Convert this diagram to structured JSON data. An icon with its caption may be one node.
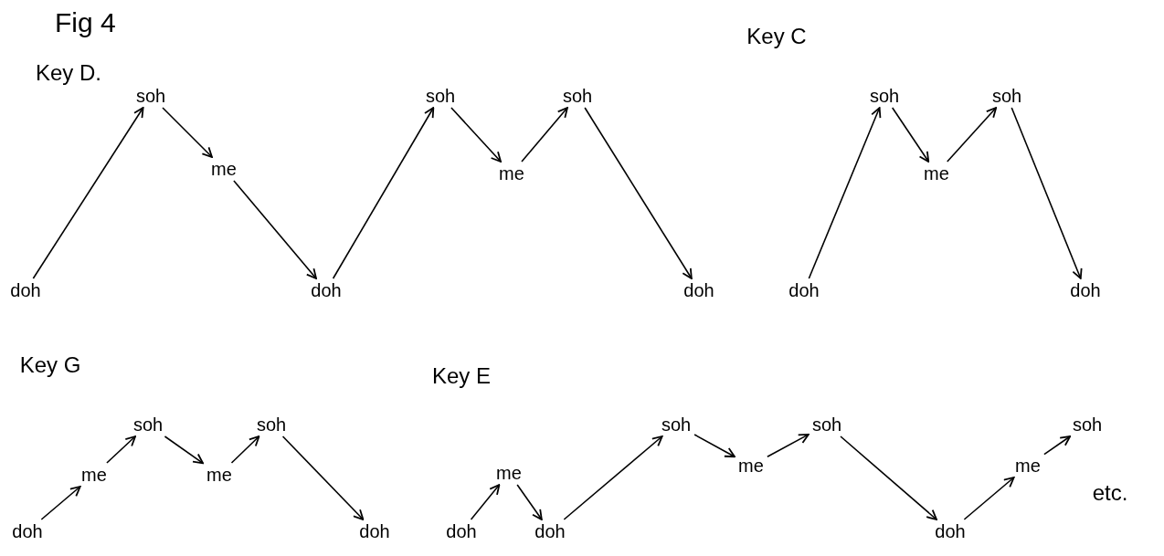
{
  "diagram": {
    "title": "Fig 4",
    "nodes": [
      {
        "text": [
          "doh"
        ]
      },
      {
        "text": [
          "soh"
        ]
      },
      {
        "text": [
          "me"
        ]
      },
      {
        "text": [
          "doh"
        ]
      },
      {
        "text": [
          "soh"
        ]
      },
      {
        "text": [
          "me"
        ]
      },
      {
        "text": [
          "soh"
        ]
      },
      {
        "text": [
          "doh"
        ]
      },
      {
        "text": [
          "doh"
        ]
      },
      {
        "text": [
          "soh"
        ]
      },
      {
        "text": [
          "me"
        ]
      },
      {
        "text": [
          "soh"
        ]
      },
      {
        "text": [
          "doh"
        ]
      },
      {
        "text": [
          "doh"
        ]
      },
      {
        "text": [
          "me"
        ]
      },
      {
        "text": [
          "soh"
        ]
      },
      {
        "text": [
          "me"
        ]
      },
      {
        "text": [
          "soh"
        ]
      },
      {
        "text": [
          "doh"
        ]
      },
      {
        "text": [
          "doh"
        ]
      },
      {
        "text": [
          "me"
        ]
      },
      {
        "text": [
          "doh"
        ]
      },
      {
        "text": [
          "soh"
        ]
      },
      {
        "text": [
          "me"
        ]
      },
      {
        "text": [
          "soh"
        ]
      },
      {
        "text": [
          "doh"
        ]
      },
      {
        "text": [
          "me"
        ]
      },
      {
        "text": [
          "soh"
        ]
      }
    ],
    "edges": [
      {
        "from": 0,
        "to": 1,
        "arrow": "to"
      },
      {
        "from": 1,
        "to": 2,
        "arrow": "to"
      },
      {
        "from": 2,
        "to": 3,
        "arrow": "to"
      },
      {
        "from": 3,
        "to": 4,
        "arrow": "to"
      },
      {
        "from": 4,
        "to": 5,
        "arrow": "to"
      },
      {
        "from": 5,
        "to": 6,
        "arrow": "to"
      },
      {
        "from": 6,
        "to": 7,
        "arrow": "to"
      },
      {
        "from": 8,
        "to": 9,
        "arrow": "to"
      },
      {
        "from": 9,
        "to": 10,
        "arrow": "to"
      },
      {
        "from": 10,
        "to": 11,
        "arrow": "to"
      },
      {
        "from": 11,
        "to": 12,
        "arrow": "to"
      },
      {
        "from": 13,
        "to": 14,
        "arrow": "to"
      },
      {
        "from": 14,
        "to": 15,
        "arrow": "to"
      },
      {
        "from": 15,
        "to": 16,
        "arrow": "to"
      },
      {
        "from": 16,
        "to": 17,
        "arrow": "to"
      },
      {
        "from": 17,
        "to": 18,
        "arrow": "to"
      },
      {
        "from": 19,
        "to": 20,
        "arrow": "to"
      },
      {
        "from": 20,
        "to": 21,
        "arrow": "to"
      },
      {
        "from": 21,
        "to": 22,
        "arrow": "to"
      },
      {
        "from": 22,
        "to": 23,
        "arrow": "to"
      },
      {
        "from": 23,
        "to": 24,
        "arrow": "to"
      },
      {
        "from": 24,
        "to": 25,
        "arrow": "to"
      },
      {
        "from": 25,
        "to": 26,
        "arrow": "to"
      },
      {
        "from": 26,
        "to": 27,
        "arrow": "to"
      }
    ],
    "labels": [
      "Key D.",
      "Key C",
      "Key G",
      "Key E",
      "etc."
    ]
  }
}
